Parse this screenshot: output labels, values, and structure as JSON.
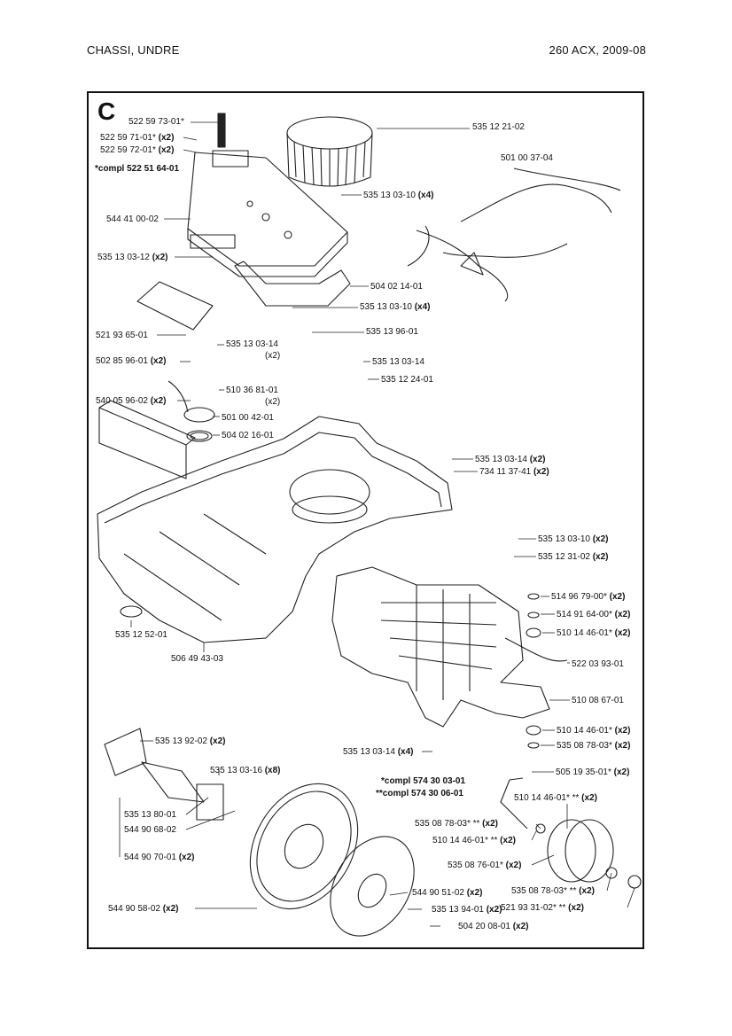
{
  "header": {
    "left": "CHASSI,  UNDRE",
    "right": "260 ACX, 2009-08"
  },
  "section_letter": "C",
  "parts": [
    {
      "text": "522 59 73-01*",
      "qty": ""
    },
    {
      "text": "522 59 71-01*",
      "qty": "(x2)"
    },
    {
      "text": "522 59 72-01*",
      "qty": "(x2)"
    },
    {
      "text": "*compl 522 51 64-01",
      "qty": ""
    },
    {
      "text": "544 41 00-02",
      "qty": ""
    },
    {
      "text": "535 13 03-12",
      "qty": "(x2)"
    },
    {
      "text": "521 93 65-01",
      "qty": ""
    },
    {
      "text": "502 85 96-01",
      "qty": "(x2)"
    },
    {
      "text": "540 05 96-02",
      "qty": "(x2)"
    },
    {
      "text": "535 12 21-02",
      "qty": ""
    },
    {
      "text": "535 13 03-10",
      "qty": "(x4)"
    },
    {
      "text": "501 00 37-04",
      "qty": ""
    },
    {
      "text": "504 02 14-01",
      "qty": ""
    },
    {
      "text": "535 13 03-10",
      "qty": "(x4)"
    },
    {
      "text": "535 13 96-01",
      "qty": ""
    },
    {
      "text": "535 13 03-14",
      "qty": ""
    },
    {
      "text": "(x2)",
      "qty": ""
    },
    {
      "text": "535 13 03-14",
      "qty": ""
    },
    {
      "text": "535 12 24-01",
      "qty": ""
    },
    {
      "text": "510 36 81-01",
      "qty": ""
    },
    {
      "text": "(x2)",
      "qty": ""
    },
    {
      "text": "501 00 42-01",
      "qty": ""
    },
    {
      "text": "504 02 16-01",
      "qty": ""
    },
    {
      "text": "535 13 03-14",
      "qty": "(x2)"
    },
    {
      "text": "734 11 37-41",
      "qty": "(x2)"
    },
    {
      "text": "535 13 03-10",
      "qty": "(x2)"
    },
    {
      "text": "535 12 31-02",
      "qty": "(x2)"
    },
    {
      "text": "514 96 79-00*",
      "qty": "(x2)"
    },
    {
      "text": "514 91 64-00*",
      "qty": "(x2)"
    },
    {
      "text": "510 14 46-01*",
      "qty": "(x2)"
    },
    {
      "text": "535 12 52-01",
      "qty": ""
    },
    {
      "text": "506 49 43-03",
      "qty": ""
    },
    {
      "text": "522 03 93-01",
      "qty": ""
    },
    {
      "text": "510 08 67-01",
      "qty": ""
    },
    {
      "text": "510 14 46-01*",
      "qty": "(x2)"
    },
    {
      "text": "535 08 78-03*",
      "qty": "(x2)"
    },
    {
      "text": "535 13 92-02",
      "qty": "(x2)"
    },
    {
      "text": "535 13 03-14",
      "qty": "(x4)"
    },
    {
      "text": "505 19 35-01*",
      "qty": "(x2)"
    },
    {
      "text": "535 13 03-16",
      "qty": "(x8)"
    },
    {
      "text": "*compl 574 30 03-01",
      "qty": ""
    },
    {
      "text": "**compl 574 30 06-01",
      "qty": ""
    },
    {
      "text": "510 14 46-01* **",
      "qty": "(x2)"
    },
    {
      "text": "535 13 80-01",
      "qty": ""
    },
    {
      "text": "544 90 68-02",
      "qty": ""
    },
    {
      "text": "535 08 78-03* **",
      "qty": "(x2)"
    },
    {
      "text": "510 14 46-01* **",
      "qty": "(x2)"
    },
    {
      "text": "544 90 70-01",
      "qty": "(x2)"
    },
    {
      "text": "535 08 76-01*",
      "qty": "(x2)"
    },
    {
      "text": "535 08 78-03* **",
      "qty": "(x2)"
    },
    {
      "text": "544 90 51-02",
      "qty": "(x2)"
    },
    {
      "text": "521 93 31-02* **",
      "qty": "(x2)"
    },
    {
      "text": "535 13 94-01",
      "qty": "(x2)"
    },
    {
      "text": "544 90 58-02",
      "qty": "(x2)"
    },
    {
      "text": "504 20 08-01",
      "qty": "(x2)"
    }
  ]
}
